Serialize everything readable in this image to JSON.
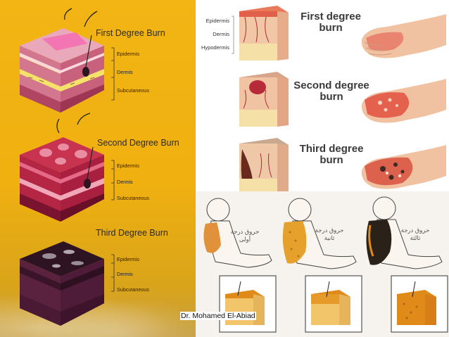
{
  "left_blocks": {
    "first": {
      "title": "First Degree Burn",
      "layers": [
        "Epidermis",
        "Dermis",
        "Subcutaneous"
      ]
    },
    "second": {
      "title": "Second Degree Burn",
      "layers": [
        "Epidermis",
        "Dermis",
        "Subcutaneous"
      ]
    },
    "third": {
      "title": "Third Degree Burn",
      "layers": [
        "Epidermis",
        "Dermis",
        "Subcutaneous"
      ]
    }
  },
  "right_stages": [
    {
      "title_line1": "First degree",
      "title_line2": "burn"
    },
    {
      "title_line1": "Second degree",
      "title_line2": "burn"
    },
    {
      "title_line1": "Third degree",
      "title_line2": "burn"
    }
  ],
  "skin_layers_small": [
    "Epidermis",
    "Dermis",
    "Hypodermis"
  ],
  "children_labels": [
    {
      "line1": "حروق درجة",
      "line2": "أولى"
    },
    {
      "line1": "حروق درجة",
      "line2": "ثانية"
    },
    {
      "line1": "حروق درجة",
      "line2": "ثالثة"
    }
  ],
  "credit": "Dr. Mohamed El-Abiad",
  "colors": {
    "background_yellow": "#f2b514",
    "skin_pink": "#e8a7b5",
    "burn_red": "#c0283c",
    "burn_dark": "#3a1a2a",
    "burn_orange": "#e08a1a"
  }
}
